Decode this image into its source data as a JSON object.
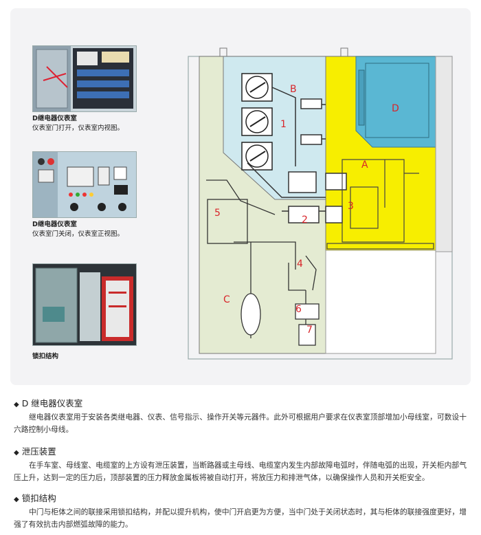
{
  "captions": [
    {
      "title": "D继电器仪表室",
      "desc": "仪表室门打开，仪表室内视图。"
    },
    {
      "title": "D继电器仪表室",
      "desc": "仪表室门关闭，仪表室正视图。"
    },
    {
      "title": "锁扣结构",
      "desc": ""
    }
  ],
  "diagram_labels": {
    "B": "B",
    "D": "D",
    "A": "A",
    "C": "C",
    "n1": "1",
    "n2": "2",
    "n3": "3",
    "n4": "4",
    "n5": "5",
    "n6": "6",
    "n7": "7"
  },
  "colors": {
    "bushing_room": "#cfe9ef",
    "breaker_room": "#f7ee00",
    "instrument_room": "#5ab7d3",
    "cable_room": "#e4ebd2",
    "label_red": "#d8252a"
  },
  "sections": [
    {
      "bullet": "◆",
      "title": "D 继电器仪表室",
      "body": "继电器仪表室用于安装各类继电器、仪表、信号指示、操作开关等元器件。此外可根据用户要求在仪表室顶部增加小母线室，可数设十六路控制小母线。"
    },
    {
      "bullet": "◆",
      "title": "泄压装置",
      "body": "在手车室、母线室、电缆室的上方设有泄压装置，当断路器或主母线、电缆室内发生内部故障电弧时，伴随电弧的出现，开关柜内部气压上升，达到一定的压力后，顶部装置的压力释放金属板将被自动打开，将放压力和排泄气体，以确保操作人员和开关柜安全。"
    },
    {
      "bullet": "◆",
      "title": "锁扣结构",
      "body": "中门与柜体之间的联接采用锁扣结构，并配以提升机构，使中门开启更为方便，当中门处于关闭状态时，其与柜体的联接强度更好，增强了有效抗击内部燃弧故障的能力。"
    }
  ]
}
